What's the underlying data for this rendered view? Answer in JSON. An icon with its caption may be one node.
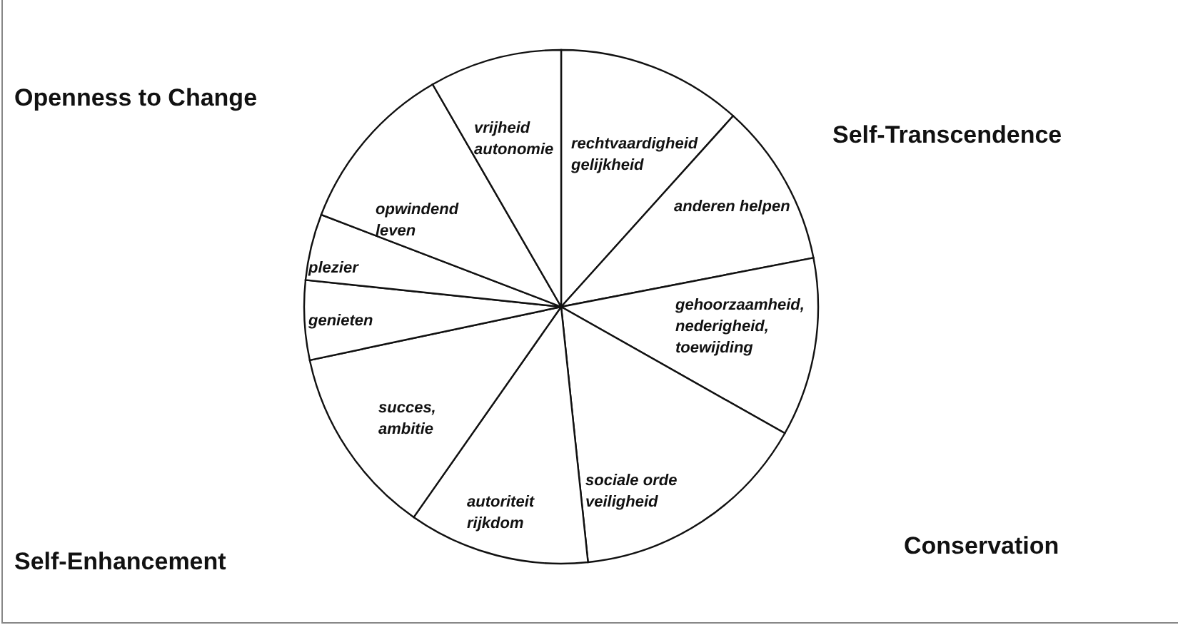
{
  "diagram": {
    "nodes": [
      {
        "text": [
          "rechtvaardigheid gelijkheid"
        ]
      },
      {
        "text": [
          "anderen helpen"
        ]
      },
      {
        "text": [
          "gehoorzaamheid, nederigheid, toewijding"
        ]
      },
      {
        "text": [
          "sociale orde veiligheid"
        ]
      },
      {
        "text": [
          "autoriteit rijkdom"
        ]
      },
      {
        "text": [
          "succes, ambitie"
        ]
      },
      {
        "text": [
          "genieten"
        ]
      },
      {
        "text": [
          "plezier"
        ]
      },
      {
        "text": [
          "opwindend leven"
        ]
      },
      {
        "text": [
          "vrijheid autonomie"
        ]
      }
    ],
    "edges": [],
    "labels": [
      "Openness to Change",
      "Self-Transcendence",
      "Self-Enhancement",
      "Conservation"
    ]
  }
}
